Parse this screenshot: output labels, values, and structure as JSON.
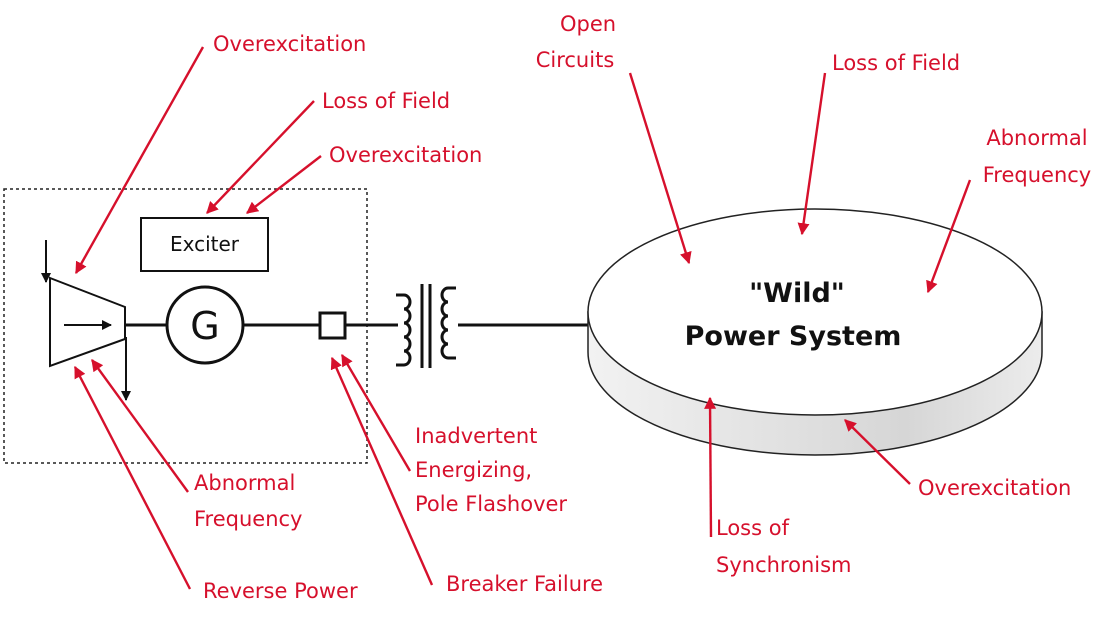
{
  "components": {
    "exciter": "Exciter",
    "generator": "G",
    "power_system_line1": "\"Wild\"",
    "power_system_line2": "Power System"
  },
  "labels": {
    "overexcitation_top": "Overexcitation",
    "loss_of_field_exciter": "Loss of Field",
    "overexcitation_exciter": "Overexcitation",
    "open_circuits": [
      "Open",
      "Circuits"
    ],
    "loss_of_field_system": "Loss of Field",
    "abnormal_frequency_system": [
      "Abnormal",
      "Frequency"
    ],
    "abnormal_frequency_turbine": [
      "Abnormal",
      "Frequency"
    ],
    "reverse_power": "Reverse Power",
    "inadvertent_energizing": [
      "Inadvertent",
      "Energizing,",
      "Pole Flashover"
    ],
    "breaker_failure": "Breaker Failure",
    "loss_of_synchronism": [
      "Loss of",
      "Synchronism"
    ],
    "overexcitation_system": "Overexcitation"
  },
  "colors": {
    "label": "#d6102c",
    "line": "#111111",
    "system_fill": "#ffffff",
    "system_side": "#e6e6e6"
  }
}
